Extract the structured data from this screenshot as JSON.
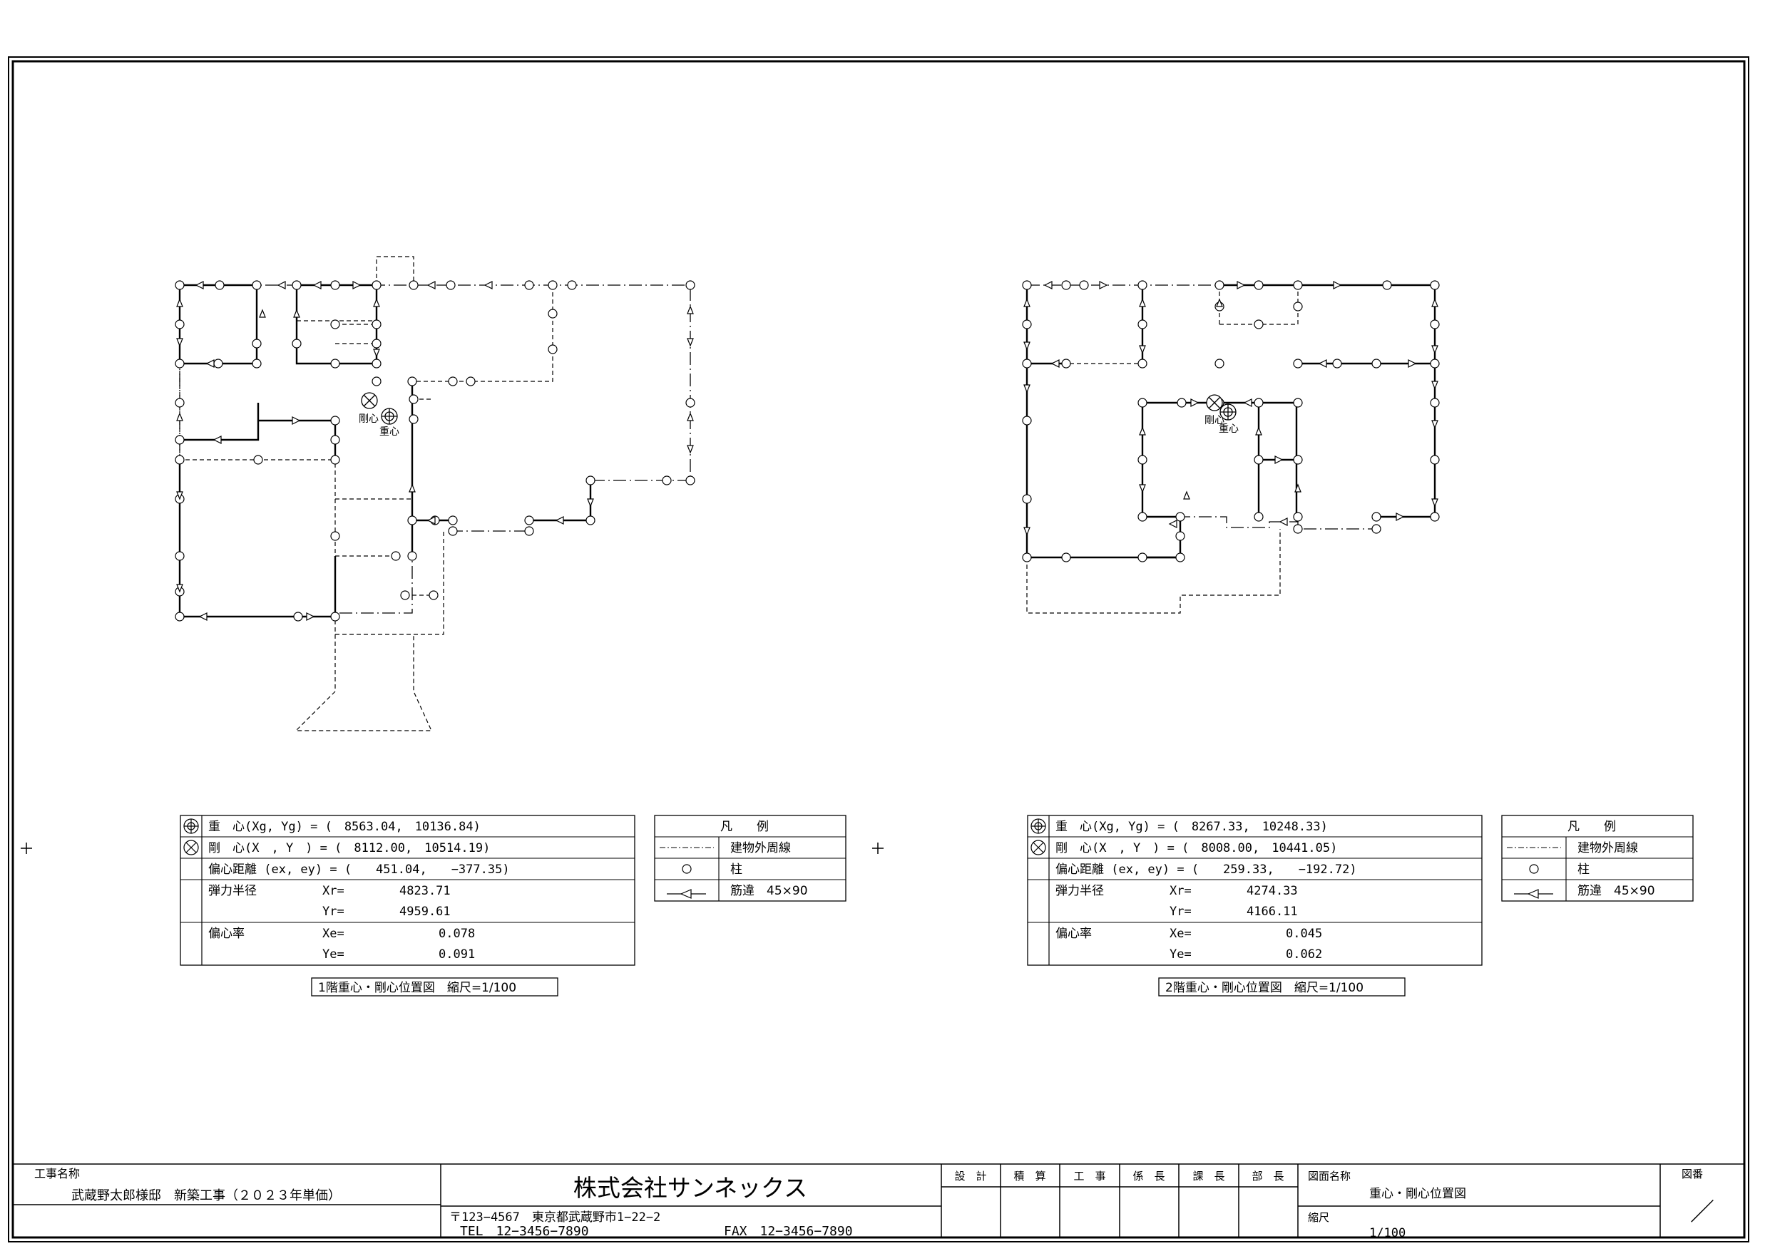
{
  "floors": [
    {
      "id": "floor1",
      "cg_label": "重心",
      "rc_label": "剛心",
      "table": {
        "cg_row": "重　心(Xg, Yg) = (　8563.04,　10136.84)",
        "rc_row": "剛　心(X　, Y　) = (　8112.00,　10514.19)",
        "ecc_row": "偏心距離 (ex, ey) = (　　451.04,　　−377.35)",
        "radius_label": "弾力半径",
        "xr_label": "Xr=",
        "xr_value": "4823.71",
        "yr_label": "Yr=",
        "yr_value": "4959.61",
        "ratio_label": "偏心率",
        "xe_label": "Xe=",
        "xe_value": "0.078",
        "ye_label": "Ye=",
        "ye_value": "0.091"
      },
      "caption": "1階重心・剛心位置図　縮尺=1/100"
    },
    {
      "id": "floor2",
      "cg_label": "重心",
      "rc_label": "剛心",
      "table": {
        "cg_row": "重　心(Xg, Yg) = (　8267.33,　10248.33)",
        "rc_row": "剛　心(X　, Y　) = (　8008.00,　10441.05)",
        "ecc_row": "偏心距離 (ex, ey) = (　　259.33,　　−192.72)",
        "radius_label": "弾力半径",
        "xr_label": "Xr=",
        "xr_value": "4274.33",
        "yr_label": "Yr=",
        "yr_value": "4166.11",
        "ratio_label": "偏心率",
        "xe_label": "Xe=",
        "xe_value": "0.045",
        "ye_label": "Ye=",
        "ye_value": "0.062"
      },
      "caption": "2階重心・剛心位置図　縮尺=1/100"
    }
  ],
  "legend": {
    "title": "凡　　例",
    "outline_label": "建物外周線",
    "column_label": "柱",
    "brace_label": "筋違　45×90"
  },
  "title_block": {
    "project_label": "工事名称",
    "project_name": "武蔵野太郎様邸　新築工事（２０２３年単価）",
    "company": "株式会社サンネックス",
    "address": "〒123−4567　東京都武蔵野市1−22−2",
    "tel": "TEL　12−3456−7890",
    "fax": "FAX　12−3456−7890",
    "stamps": [
      "設　計",
      "積　算",
      "工　事",
      "係　長",
      "課　長",
      "部　長"
    ],
    "drawing_name_label": "図面名称",
    "drawing_name": "重心・剛心位置図",
    "scale_label": "縮尺",
    "scale_value": "1/100",
    "sheet_no_label": "図番",
    "sheet_no": "／"
  },
  "icons": {
    "center_of_gravity": "circle-plus-icon",
    "center_of_rigidity": "circle-x-icon",
    "column": "circle-icon",
    "brace": "triangle-icon"
  }
}
